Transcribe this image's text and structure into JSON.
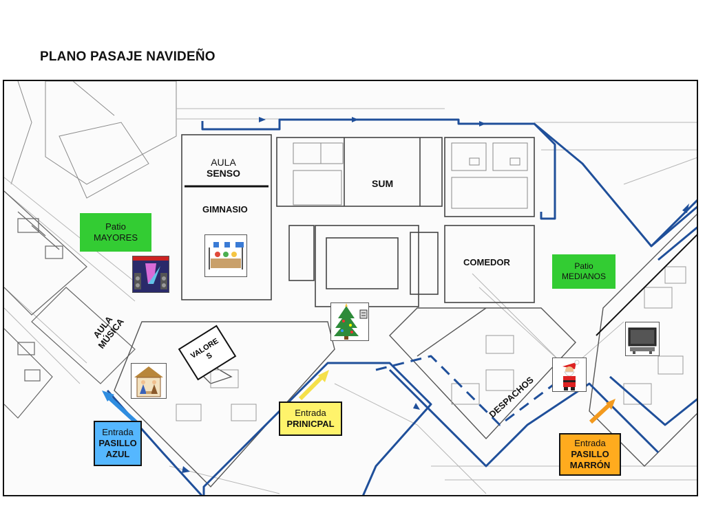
{
  "title": "PLANO PASAJE NAVIDEÑO",
  "rooms": {
    "aula_senso_line1": "AULA",
    "aula_senso_line2": "SENSO",
    "gimnasio": "GIMNASIO",
    "sum": "SUM",
    "comedor": "COMEDOR",
    "aula_musica_line1": "AULA",
    "aula_musica_line2": "MÚSICA",
    "valores_line1": "VALORE",
    "valores_line2": "S",
    "despachos": "DESPACHOS"
  },
  "patios": {
    "mayores_line1": "Patio",
    "mayores_line2": "MAYORES",
    "medianos_line1": "Patio",
    "medianos_line2": "MEDIANOS"
  },
  "entrances": {
    "principal_line1": "Entrada",
    "principal_line2": "PRINICPAL",
    "azul_line1": "Entrada",
    "azul_line2": "PASILLO",
    "azul_line3": "AZUL",
    "marron_line1": "Entrada",
    "marron_line2": "PASILLO",
    "marron_line3": "MARRÓN"
  },
  "icons": [
    "market-stall-icon",
    "stage-speakers-icon",
    "christmas-tree-icon",
    "nativity-icon",
    "santa-claus-icon",
    "television-icon"
  ],
  "colors": {
    "route": "#1f4f9a",
    "patio": "#33cc33",
    "entrada_principal": "#fff36b",
    "entrada_azul": "#55b7ff",
    "entrada_marron": "#ffab1e",
    "arrow_yellow": "#f5e04a",
    "arrow_blue": "#2f8de0",
    "arrow_orange": "#f39a1e"
  }
}
